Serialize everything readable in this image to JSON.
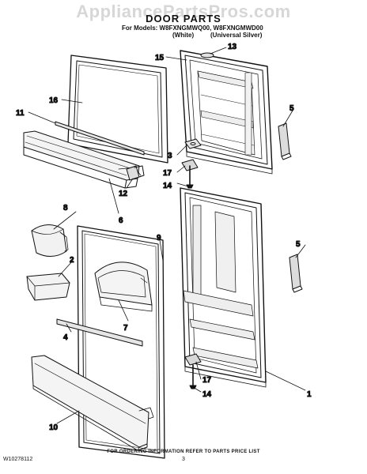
{
  "watermark": "AppliancePartsPros.com",
  "title": "DOOR PARTS",
  "header": {
    "models_line": "For Models: W8FXNGMWQ00, W8FXNGMWD00",
    "variant_white": "(White)",
    "variant_silver": "(Universal Silver)"
  },
  "callouts": {
    "c1": "1",
    "c2": "2",
    "c3": "3",
    "c4": "4",
    "c5a": "5",
    "c5b": "5",
    "c6": "6",
    "c7": "7",
    "c8": "8",
    "c9": "9",
    "c10": "10",
    "c11": "11",
    "c12": "12",
    "c13": "13",
    "c14a": "14",
    "c14b": "14",
    "c15": "15",
    "c16": "16",
    "c17a": "17",
    "c17b": "17"
  },
  "footer": {
    "note": "FOR ORDERING INFORMATION REFER TO PARTS PRICE LIST",
    "doc_number": "W10278112",
    "page_number": "3"
  }
}
